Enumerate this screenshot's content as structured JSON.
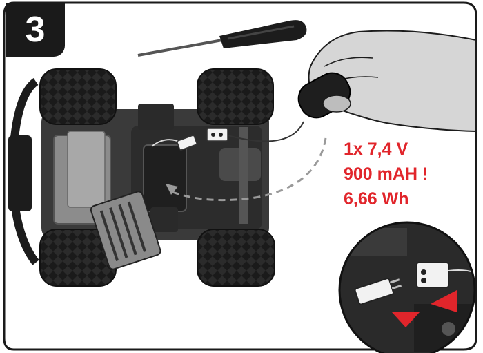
{
  "step": {
    "number": "3"
  },
  "battery_spec": {
    "line1": "1x 7,4 V",
    "line2": "900 mAH !",
    "line3": "6,66 Wh"
  },
  "colors": {
    "frame": "#1a1a1a",
    "spec_text": "#e1252b",
    "arrow_red": "#e1252b",
    "tire": "#2b2b2b",
    "chassis": "#3a3a3a",
    "panel_gray": "#8c8c8c",
    "hand": "#d6d6d6"
  },
  "icons": {
    "tool": "screwdriver-icon",
    "connector": "battery-connector-icon",
    "insert_direction": "insert-arrow-icon"
  }
}
